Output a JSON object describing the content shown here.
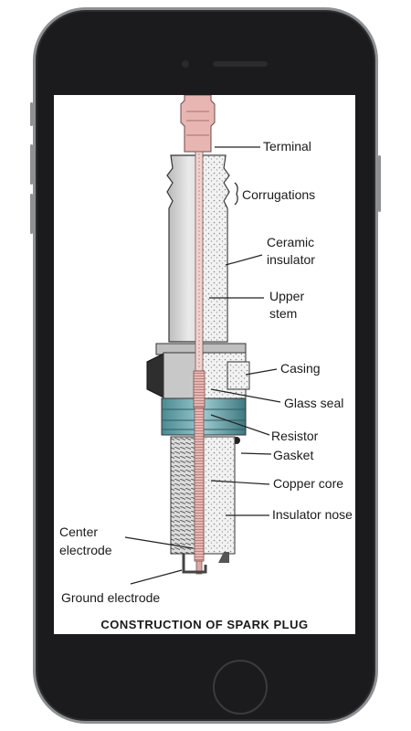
{
  "diagram": {
    "title": "CONSTRUCTION OF SPARK PLUG",
    "labels": {
      "terminal": "Terminal",
      "corrugations": "Corrugations",
      "ceramic_insulator_line1": "Ceramic",
      "ceramic_insulator_line2": "insulator",
      "upper_stem_line1": "Upper",
      "upper_stem_line2": "stem",
      "casing": "Casing",
      "glass_seal": "Glass seal",
      "resistor": "Resistor",
      "gasket": "Gasket",
      "copper_core": "Copper core",
      "insulator_nose": "Insulator nose",
      "center_electrode_line1": "Center",
      "center_electrode_line2": "electrode",
      "ground_electrode": "Ground electrode"
    }
  },
  "colors": {
    "phone_body": "#1b1b1d",
    "phone_rim": "#8e9094",
    "terminal_pink": "#e8b6b2",
    "insulator_gray": "#c9c9c9",
    "hex_dark": "#3a3a3a",
    "thread_teal": "#5fa3ab"
  },
  "icons": {
    "camera": "camera-icon",
    "speaker": "speaker-grille",
    "home": "home-button"
  }
}
